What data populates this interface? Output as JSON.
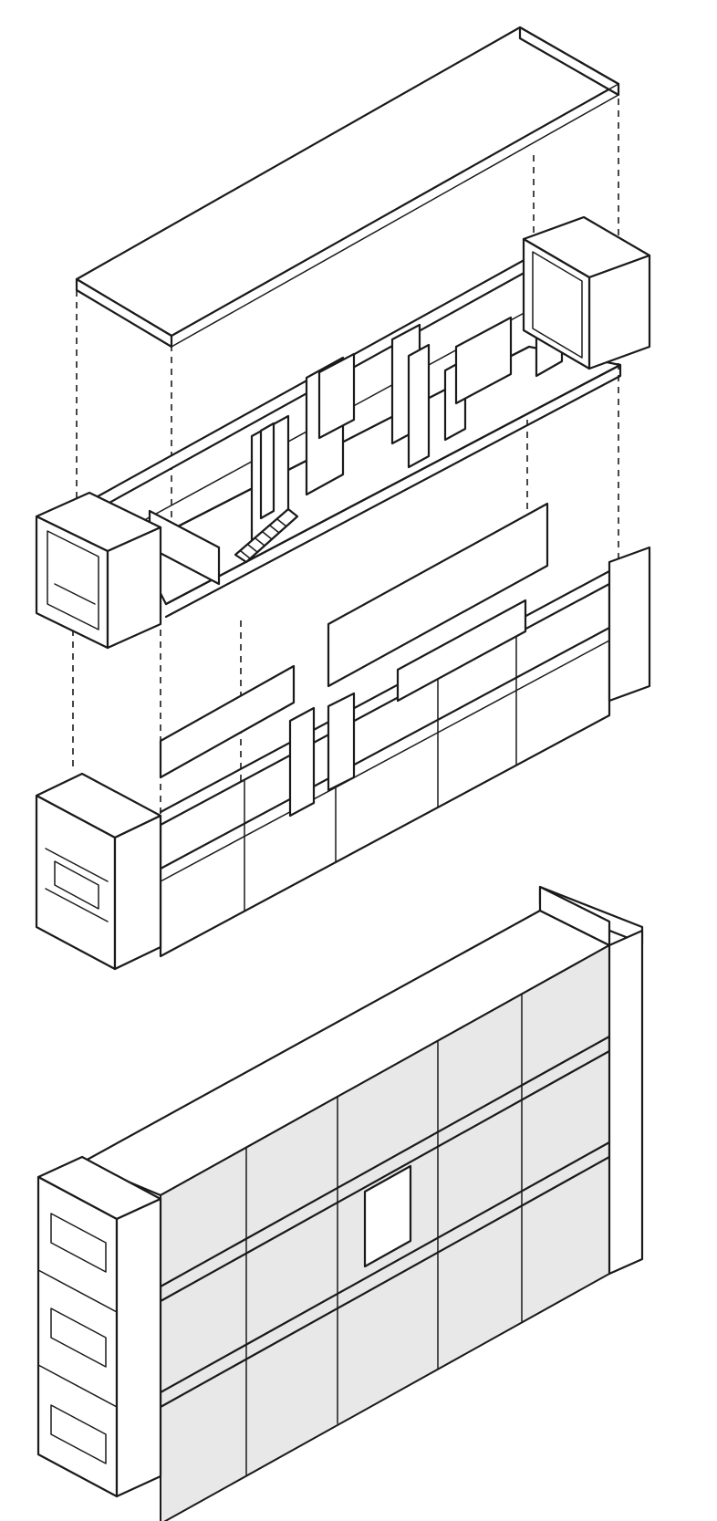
{
  "drawing": {
    "style": "hand-drawn exploded axonometric line sketch",
    "ink_color": "#1a1a1a",
    "paper_color": "#ffffff",
    "shade_color": "#e8e8e8",
    "parts": [
      {
        "id": "roof",
        "label": ""
      },
      {
        "id": "upper-floor",
        "label": ""
      },
      {
        "id": "lower-floors",
        "label": ""
      },
      {
        "id": "assembled-building",
        "label": ""
      }
    ]
  }
}
